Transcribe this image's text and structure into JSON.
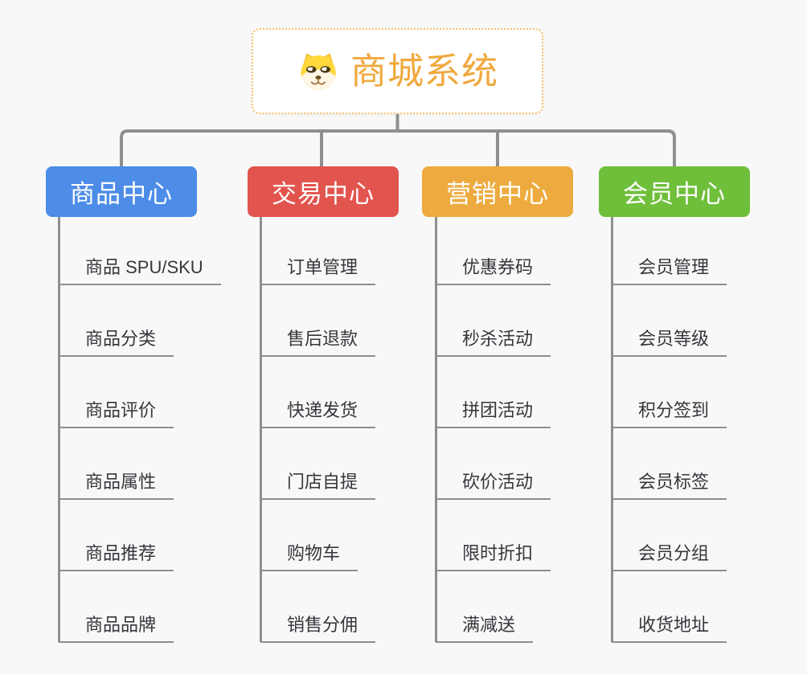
{
  "root": {
    "title": "商城系统",
    "icon": "shiba-dog-icon"
  },
  "branches": [
    {
      "label": "商品中心",
      "color": "#4D8DE8",
      "items": [
        "商品 SPU/SKU",
        "商品分类",
        "商品评价",
        "商品属性",
        "商品推荐",
        "商品品牌"
      ]
    },
    {
      "label": "交易中心",
      "color": "#E2544E",
      "items": [
        "订单管理",
        "售后退款",
        "快递发货",
        "门店自提",
        "购物车",
        "销售分佣"
      ]
    },
    {
      "label": "营销中心",
      "color": "#EDAB3F",
      "items": [
        "优惠券码",
        "秒杀活动",
        "拼团活动",
        "砍价活动",
        "限时折扣",
        "满减送"
      ]
    },
    {
      "label": "会员中心",
      "color": "#6FBF3B",
      "items": [
        "会员管理",
        "会员等级",
        "积分签到",
        "会员标签",
        "会员分组",
        "收货地址"
      ]
    }
  ],
  "colors": {
    "root_accent": "#F0A93E",
    "root_border": "#F4C06A",
    "connector_gray": "#8F8F8F",
    "topic_text": "#35373C",
    "canvas_background": "#F8F8F8"
  }
}
